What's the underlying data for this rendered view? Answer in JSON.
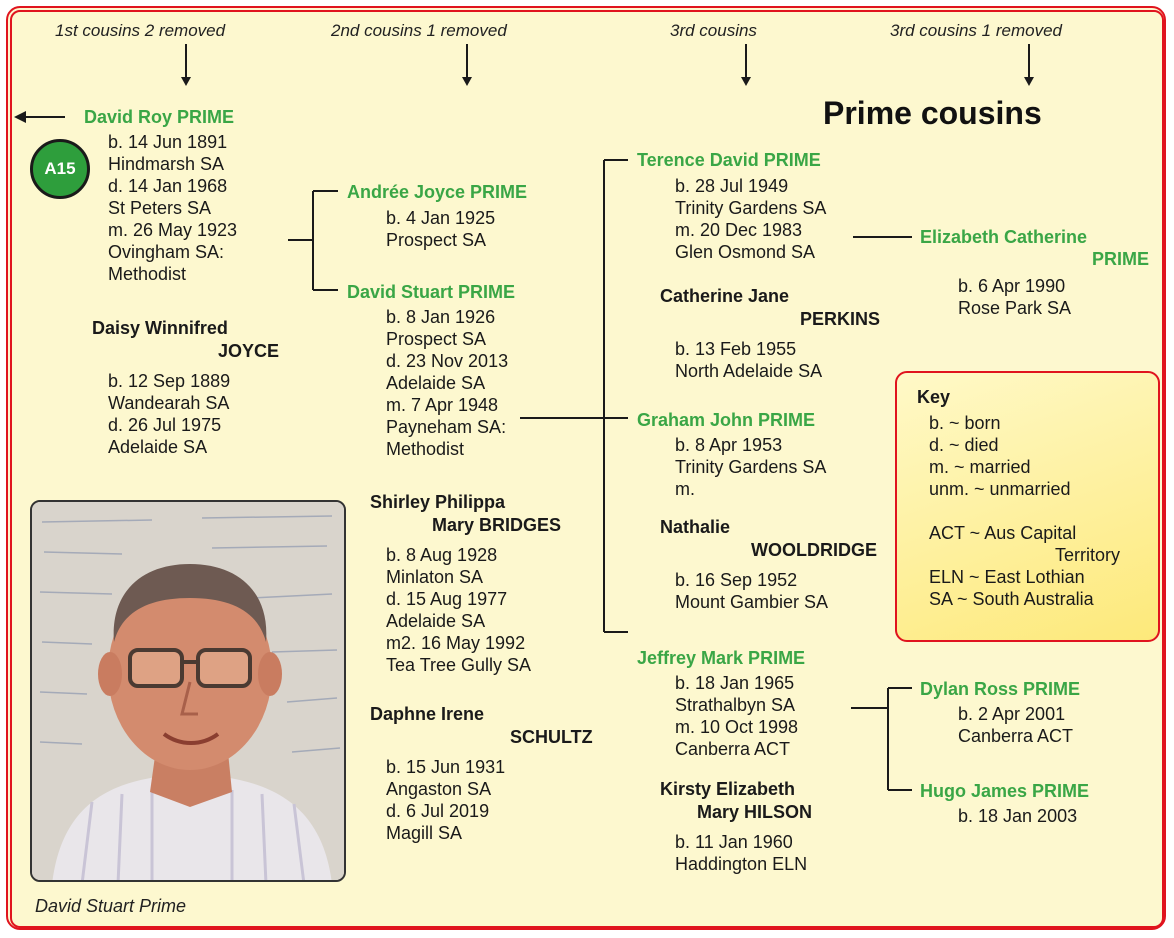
{
  "chart_title": "Prime cousins",
  "generations": [
    "1st cousins 2 removed",
    "2nd cousins 1 removed",
    "3rd cousins",
    "3rd cousins 1 removed"
  ],
  "badge": "A15",
  "photo_caption": "David Stuart Prime",
  "colors": {
    "green_name": "#3aa646",
    "border_red": "#e0141e",
    "background": "#fdf8cf",
    "badge_green": "#2e9e3c"
  },
  "people": {
    "david_roy": {
      "name": "David Roy PRIME",
      "lines": [
        "b. 14 Jun 1891",
        "Hindmarsh SA",
        "d. 14 Jan 1968",
        "St Peters SA",
        "m. 26 May 1923",
        "Ovingham SA:",
        "Methodist"
      ]
    },
    "daisy": {
      "name1": "Daisy Winnifred",
      "name2": "JOYCE",
      "lines": [
        "b. 12 Sep 1889",
        "Wandearah SA",
        "d. 26 Jul 1975",
        "Adelaide SA"
      ]
    },
    "andree": {
      "name": "Andrée Joyce PRIME",
      "lines": [
        "b. 4 Jan 1925",
        "Prospect SA"
      ]
    },
    "david_stuart": {
      "name": "David Stuart PRIME",
      "lines": [
        "b. 8 Jan 1926",
        "Prospect SA",
        "d. 23 Nov 2013",
        "Adelaide SA",
        "m. 7 Apr 1948",
        "Payneham SA:",
        "Methodist"
      ]
    },
    "shirley": {
      "name1": "Shirley Philippa",
      "name2": "Mary BRIDGES",
      "lines": [
        "b. 8 Aug 1928",
        "Minlaton SA",
        "d. 15 Aug 1977",
        "Adelaide SA",
        "m2. 16 May 1992",
        "Tea Tree Gully SA"
      ]
    },
    "daphne": {
      "name1": "Daphne Irene",
      "name2": "SCHULTZ",
      "lines": [
        "b. 15 Jun 1931",
        "Angaston SA",
        "d. 6 Jul 2019",
        "Magill SA"
      ]
    },
    "terence": {
      "name": "Terence David PRIME",
      "lines": [
        "b. 28 Jul 1949",
        "Trinity Gardens SA",
        "m. 20 Dec 1983",
        "Glen Osmond SA"
      ]
    },
    "catherine": {
      "name1": "Catherine Jane",
      "name2": "PERKINS",
      "lines": [
        "b. 13 Feb 1955",
        "North Adelaide SA"
      ]
    },
    "graham": {
      "name": "Graham John PRIME",
      "lines": [
        "b. 8 Apr 1953",
        "Trinity Gardens SA",
        "m."
      ]
    },
    "nathalie": {
      "name1": "Nathalie",
      "name2": "WOOLDRIDGE",
      "lines": [
        "b. 16 Sep 1952",
        "Mount Gambier SA"
      ]
    },
    "jeffrey": {
      "name": "Jeffrey Mark PRIME",
      "lines": [
        "b. 18 Jan 1965",
        "Strathalbyn SA",
        "m. 10 Oct 1998",
        "Canberra ACT"
      ]
    },
    "kirsty": {
      "name1": "Kirsty Elizabeth",
      "name2": "Mary HILSON",
      "lines": [
        "b. 11 Jan 1960",
        "Haddington ELN"
      ]
    },
    "elizabeth": {
      "name1": "Elizabeth Catherine",
      "name2": "PRIME",
      "lines": [
        "b. 6 Apr 1990",
        "Rose Park SA"
      ]
    },
    "dylan": {
      "name": "Dylan Ross PRIME",
      "lines": [
        "b. 2 Apr 2001",
        "Canberra ACT"
      ]
    },
    "hugo": {
      "name": "Hugo James PRIME",
      "lines": [
        "b. 18 Jan 2003"
      ]
    }
  },
  "key": {
    "title": "Key",
    "lines": [
      "b. ~ born",
      "d. ~ died",
      "m. ~ married",
      "unm. ~ unmarried",
      "",
      "ACT ~ Aus Capital",
      "Territory",
      "ELN ~ East Lothian",
      "SA ~ South Australia"
    ]
  }
}
